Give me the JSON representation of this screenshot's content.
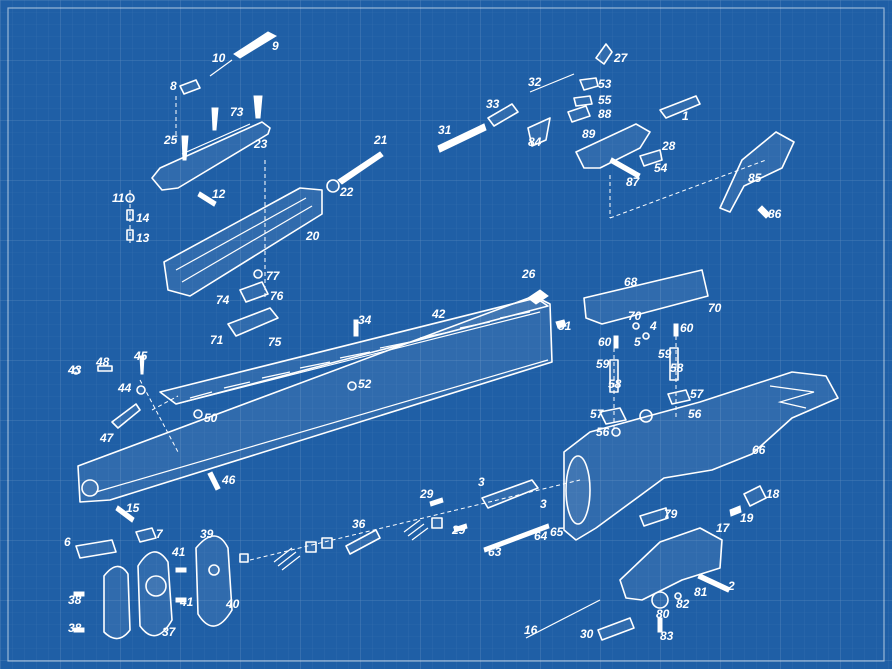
{
  "diagram": {
    "callouts": [
      "9",
      "10",
      "8",
      "73",
      "25",
      "23",
      "21",
      "22",
      "11",
      "12",
      "14",
      "13",
      "20",
      "77",
      "74",
      "76",
      "71",
      "75",
      "27",
      "32",
      "53",
      "55",
      "33",
      "88",
      "31",
      "84",
      "89",
      "28",
      "87",
      "54",
      "1",
      "85",
      "86",
      "26",
      "68",
      "70",
      "51",
      "42",
      "34",
      "70",
      "4",
      "60",
      "5",
      "60",
      "59",
      "58",
      "57",
      "59",
      "58",
      "57",
      "56",
      "56",
      "66",
      "43",
      "48",
      "45",
      "44",
      "52",
      "50",
      "47",
      "46",
      "15",
      "6",
      "7",
      "39",
      "41",
      "41",
      "40",
      "38",
      "38",
      "37",
      "36",
      "29",
      "29",
      "3",
      "3",
      "63",
      "64",
      "65",
      "79",
      "17",
      "18",
      "19",
      "2",
      "81",
      "82",
      "80",
      "83",
      "16",
      "30"
    ]
  }
}
